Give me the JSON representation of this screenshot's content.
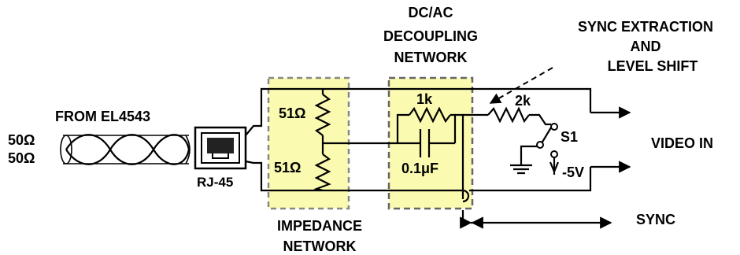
{
  "labels": {
    "sync_extraction_1": "SYNC EXTRACTION",
    "sync_extraction_2": "AND",
    "sync_extraction_3": "LEVEL  SHIFT",
    "dcac_1": "DC/AC",
    "dcac_2": "DECOUPLING",
    "dcac_3": "NETWORK",
    "from_source": "FROM EL4543",
    "ohm_top": "50Ω",
    "ohm_bottom": "50Ω",
    "connector": "RJ-45",
    "impedance_1": "IMPEDANCE",
    "impedance_2": "NETWORK",
    "r_top": "51Ω",
    "r_bottom": "51Ω",
    "r_1k": "1k",
    "r_2k": "2k",
    "cap": "0.1μF",
    "switch": "S1",
    "neg_supply": "-5V",
    "video_in": "VIDEO IN",
    "sync": "SYNC"
  },
  "colors": {
    "highlight_fill": "#fafab0",
    "box_border": "#888888",
    "ink": "#000000"
  }
}
